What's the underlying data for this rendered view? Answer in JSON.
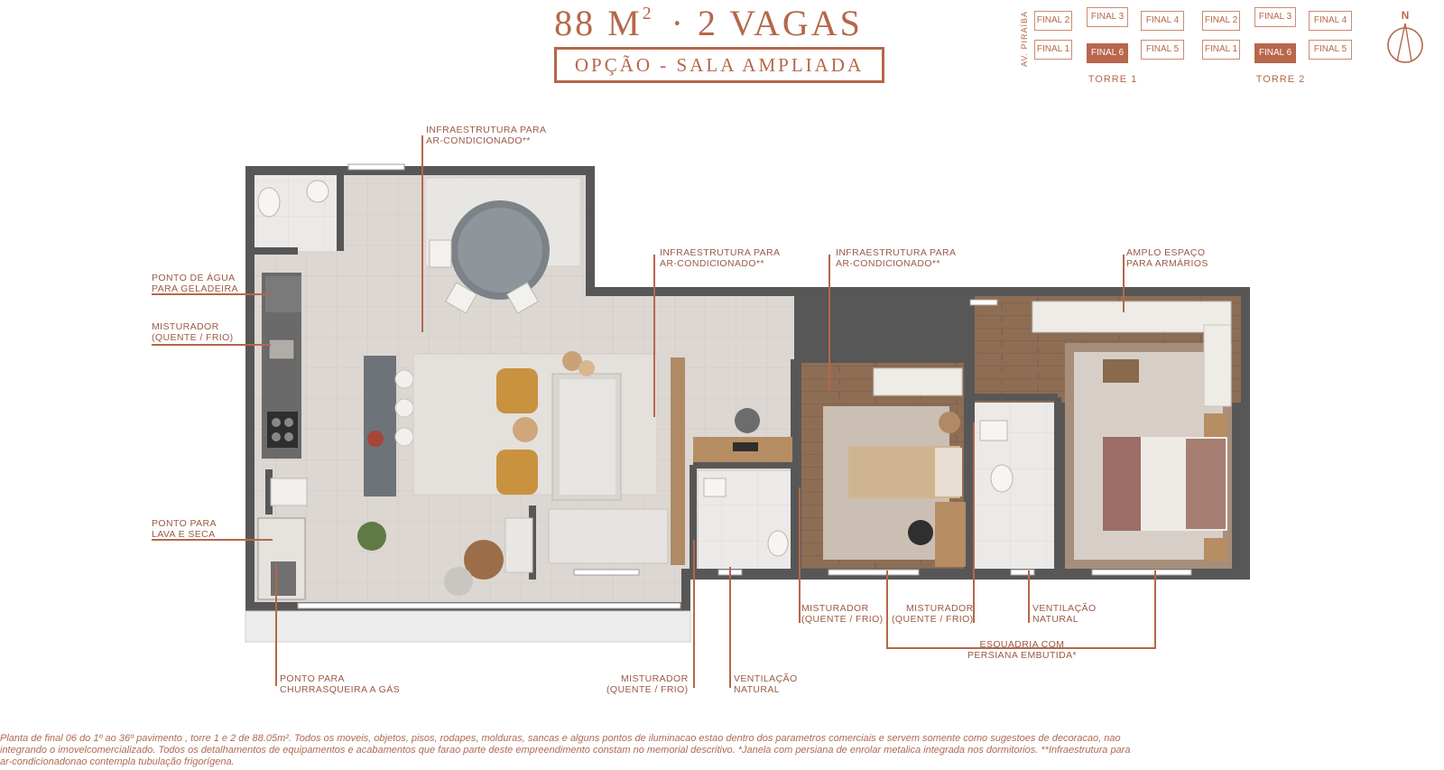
{
  "header": {
    "area_value": "88 M",
    "area_sup": "2",
    "parking": "· 2 VAGAS",
    "option": "OPÇÃO - SALA AMPLIADA"
  },
  "key_plan": {
    "street": "AV. PIRAÍBA",
    "towers": [
      {
        "label": "TORRE 1",
        "units": [
          "FINAL 2",
          "FINAL 3",
          "FINAL 4",
          "FINAL 1",
          "FINAL 6",
          "FINAL 5"
        ],
        "active": "FINAL 6"
      },
      {
        "label": "TORRE 2",
        "units": [
          "FINAL 2",
          "FINAL 3",
          "FINAL 4",
          "FINAL 1",
          "FINAL 6",
          "FINAL 5"
        ],
        "active": "FINAL 6"
      }
    ],
    "north": "N"
  },
  "callouts": {
    "ac_living": [
      "INFRAESTRUTURA PARA",
      "AR-CONDICIONADO**"
    ],
    "ac_office": [
      "INFRAESTRUTURA PARA",
      "AR-CONDICIONADO**"
    ],
    "ac_bedroom": [
      "INFRAESTRUTURA PARA",
      "AR-CONDICIONADO**"
    ],
    "wardrobe": [
      "AMPLO ESPAÇO",
      "PARA ARMÁRIOS"
    ],
    "fridge_water": [
      "PONTO DE ÁGUA",
      "PARA GELADEIRA"
    ],
    "mixer_kitchen": [
      "MISTURADOR",
      "(QUENTE / FRIO)"
    ],
    "laundry": [
      "PONTO PARA",
      "LAVA E SECA"
    ],
    "barbecue": [
      "PONTO PARA",
      "CHURRASQUEIRA A GÁS"
    ],
    "mixer_bath1": [
      "MISTURADOR",
      "(QUENTE / FRIO)"
    ],
    "vent_bath1": [
      "VENTILAÇÃO",
      "NATURAL"
    ],
    "mixer_bath2": [
      "MISTURADOR",
      "(QUENTE / FRIO)"
    ],
    "mixer_bath3": [
      "MISTURADOR",
      "(QUENTE / FRIO)"
    ],
    "vent_bath2": [
      "VENTILAÇÃO",
      "NATURAL"
    ],
    "window": [
      "ESQUADRIA COM",
      "PERSIANA EMBUTIDA*"
    ]
  },
  "footnote": [
    "Planta de final 06 do 1º ao 36º pavimento , torre 1 e 2 de 88.05m². Todos os moveis, objetos, pisos, rodapes, molduras, sancas e alguns pontos de iluminacao estao dentro dos parametros comerciais e servem somente como sugestoes de decoracao, nao",
    "integrando o imovelcomercializado. Todos os detalhamentos de equipamentos e acabamentos que farao parte deste empreendimento constam no memorial descritivo. *Janela com persiana de enrolar metalica integrada nos dormitorios. **Infraestrutura para",
    "ar-condicionadonao contempla tubulação frigorígena."
  ],
  "colors": {
    "accent": "#b5674a",
    "wall": "#5d5d5d",
    "floor_tile": "#d9d4cf",
    "wood": "#a07a58"
  }
}
